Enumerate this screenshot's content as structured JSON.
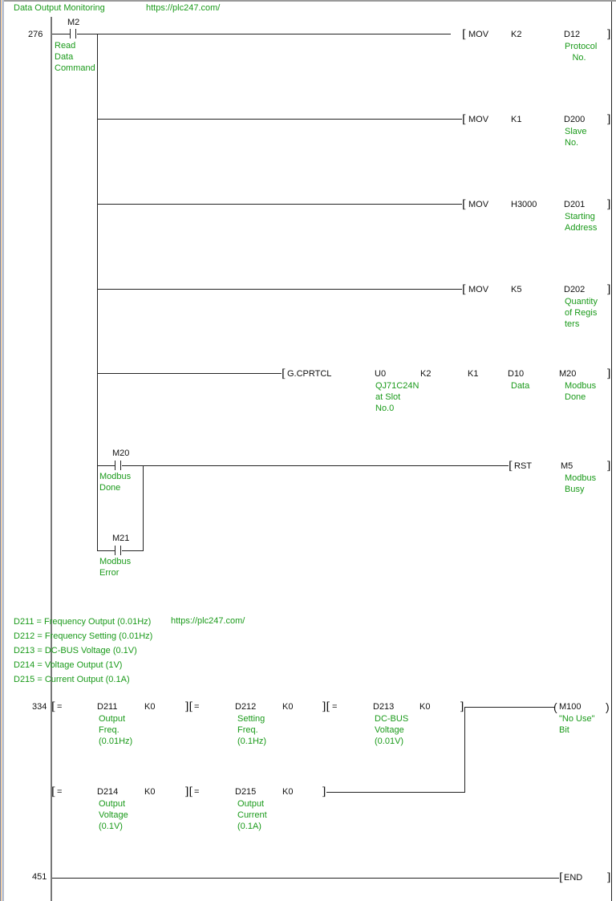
{
  "header": {
    "title": "Data Output Monitoring",
    "url": "https://plc247.com/"
  },
  "rung_276": {
    "step": "276",
    "contact": {
      "device": "M2",
      "comment": [
        "Read",
        "Data",
        "Command"
      ]
    },
    "instructions": [
      {
        "op": "MOV",
        "src": "K2",
        "dst": "D12",
        "comment": [
          "Protocol",
          "No."
        ]
      },
      {
        "op": "MOV",
        "src": "K1",
        "dst": "D200",
        "comment": [
          "Slave",
          "No."
        ]
      },
      {
        "op": "MOV",
        "src": "H3000",
        "dst": "D201",
        "comment": [
          "Starting",
          "Address"
        ]
      },
      {
        "op": "MOV",
        "src": "K5",
        "dst": "D202",
        "comment": [
          "Quantity",
          "of Regis",
          "ters"
        ]
      }
    ],
    "cprtcl": {
      "op": "G.CPRTCL",
      "args": [
        "U0",
        "K2",
        "K1",
        "D10",
        "M20"
      ],
      "u0_comment": [
        "QJ71C24N",
        "at Slot",
        "No.0"
      ],
      "d10_comment": [
        "Data"
      ],
      "m20_comment": [
        "Modbus",
        "Done"
      ]
    },
    "reset_branch": {
      "contact_a": {
        "device": "M20",
        "comment": [
          "Modbus",
          "Done"
        ]
      },
      "contact_b": {
        "device": "M21",
        "comment": [
          "Modbus",
          "Error"
        ]
      },
      "op": "RST",
      "dst": "M5",
      "comment": [
        "Modbus",
        "Busy"
      ]
    }
  },
  "notes": {
    "lines": [
      "D211 = Frequency Output (0.01Hz)",
      "D212 = Frequency Setting (0.01Hz)",
      "D213 = DC-BUS Voltage (0.1V)",
      "D214 = Voltage Output (1V)",
      "D215 = Current Output (0.1A)"
    ],
    "url": "https://plc247.com/"
  },
  "rung_334": {
    "step": "334",
    "row1": [
      {
        "op": "=",
        "dev": "D211",
        "val": "K0",
        "comment": [
          "Output",
          "Freq.",
          "(0.01Hz)"
        ]
      },
      {
        "op": "=",
        "dev": "D212",
        "val": "K0",
        "comment": [
          "Setting",
          "Freq.",
          "(0.1Hz)"
        ]
      },
      {
        "op": "=",
        "dev": "D213",
        "val": "K0",
        "comment": [
          "DC-BUS",
          "Voltage",
          "(0.01V)"
        ]
      }
    ],
    "row2": [
      {
        "op": "=",
        "dev": "D214",
        "val": "K0",
        "comment": [
          "Output",
          "Voltage",
          "(0.1V)"
        ]
      },
      {
        "op": "=",
        "dev": "D215",
        "val": "K0",
        "comment": [
          "Output",
          "Current",
          "(0.1A)"
        ]
      }
    ],
    "coil": {
      "dev": "M100",
      "comment": [
        "\"No Use\"",
        "Bit"
      ]
    }
  },
  "rung_451": {
    "step": "451",
    "op": "END"
  }
}
